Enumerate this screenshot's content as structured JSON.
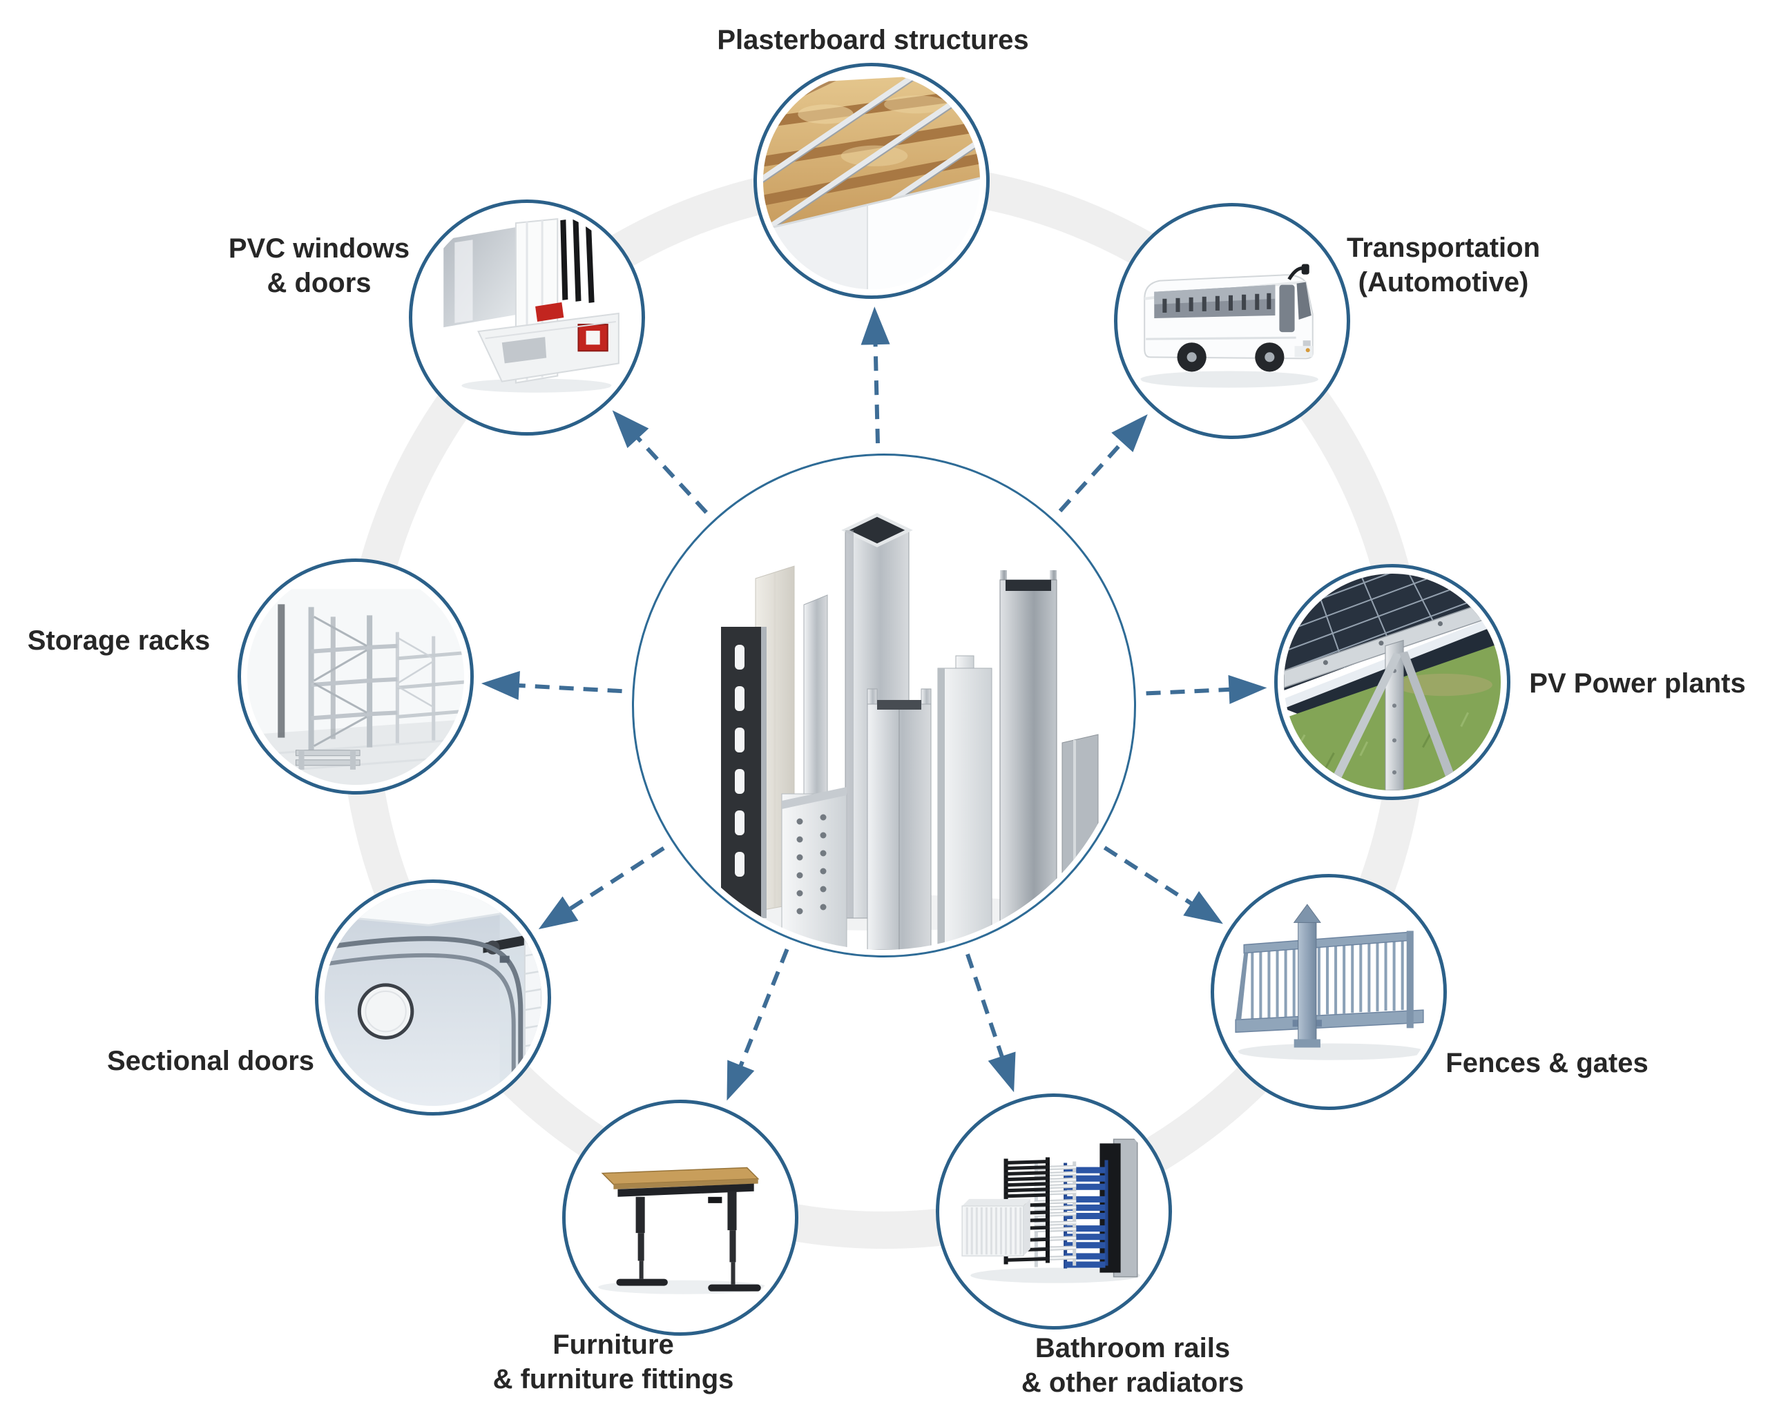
{
  "nodes": [
    {
      "id": "plasterboard-structures",
      "lines": [
        "Plasterboard structures"
      ]
    },
    {
      "id": "transportation-automotive",
      "lines": [
        "Transportation",
        "(Automotive)"
      ]
    },
    {
      "id": "pv-power-plants",
      "lines": [
        "PV Power plants"
      ]
    },
    {
      "id": "fences-gates",
      "lines": [
        "Fences & gates"
      ]
    },
    {
      "id": "bathroom-rails",
      "lines": [
        "Bathroom rails",
        "& other radiators"
      ]
    },
    {
      "id": "furniture",
      "lines": [
        "Furniture",
        "& furniture fittings"
      ]
    },
    {
      "id": "sectional-doors",
      "lines": [
        "Sectional doors"
      ]
    },
    {
      "id": "storage-racks",
      "lines": [
        "Storage racks"
      ]
    },
    {
      "id": "pvc-windows-doors",
      "lines": [
        "PVC windows",
        "& doors"
      ]
    }
  ],
  "colors": {
    "node_border": "#2b6089",
    "center_border": "#2e6b96",
    "arrow": "#3e6d96",
    "ring": "#efefef",
    "label_text": "#272727"
  }
}
